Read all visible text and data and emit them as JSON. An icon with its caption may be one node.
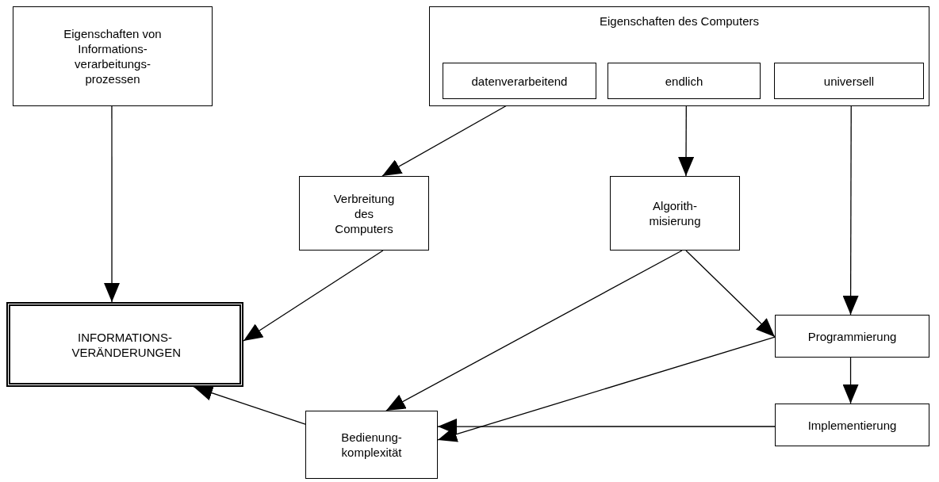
{
  "diagram": {
    "nodes": [
      {
        "text": [
          "Eigenschaften von Informations- verarbeitungs- prozessen"
        ]
      },
      {
        "text": [
          "Eigenschaften des Computers"
        ]
      },
      {
        "text": [
          "datenverarbeitend"
        ],
        "in": 1
      },
      {
        "text": [
          "endlich"
        ],
        "in": 1
      },
      {
        "text": [
          "universell"
        ],
        "in": 1
      },
      {
        "text": [
          "Verbreitung des Computers"
        ]
      },
      {
        "text": [
          "Algorith- misierung"
        ]
      },
      {
        "text": [
          "INFORMATIONS- VERÄNDERUNGEN"
        ]
      },
      {
        "text": [
          "Programmierung"
        ]
      },
      {
        "text": [
          "Bedienung- komplexität"
        ]
      },
      {
        "text": [
          "Implementierung"
        ]
      }
    ],
    "edges": [
      {
        "from": 0,
        "to": 7,
        "arrow": "to"
      },
      {
        "from": 2,
        "to": 5,
        "arrow": "to"
      },
      {
        "from": 3,
        "to": 6,
        "arrow": "to"
      },
      {
        "from": 4,
        "to": 8,
        "arrow": "to"
      },
      {
        "from": 5,
        "to": 7,
        "arrow": "to"
      },
      {
        "from": 6,
        "to": 9,
        "arrow": "to"
      },
      {
        "from": 6,
        "to": 8,
        "arrow": "to"
      },
      {
        "from": 8,
        "to": 9,
        "arrow": "to"
      },
      {
        "from": 8,
        "to": 10,
        "arrow": "to"
      },
      {
        "from": 10,
        "to": 9,
        "arrow": "to"
      },
      {
        "from": 9,
        "to": 7,
        "arrow": "to"
      }
    ]
  }
}
